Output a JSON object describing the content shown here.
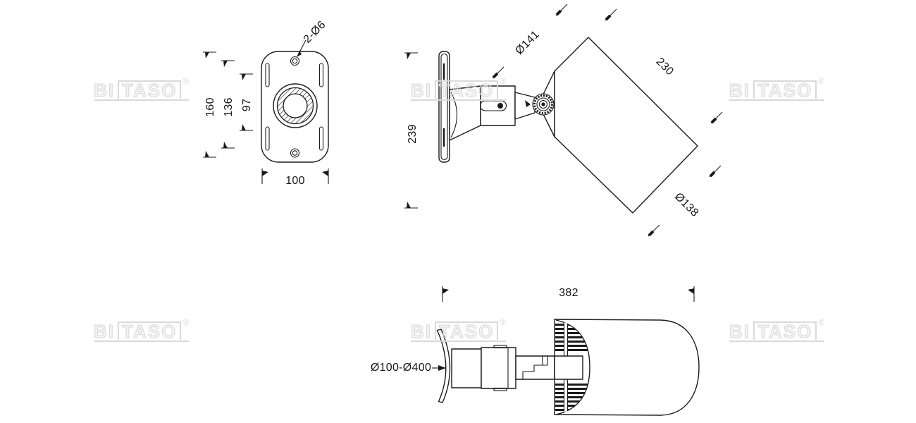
{
  "watermark": {
    "prefix": "BI",
    "boxed": "TASO",
    "registered_mark": "®"
  },
  "views": {
    "mount_plate_front": {
      "dims": {
        "holes": "2-Ø6",
        "height": "160",
        "slot_outer_span": "136",
        "slot_inner_span": "97",
        "width": "100"
      }
    },
    "angled_side": {
      "dims": {
        "plate_height": "239",
        "head_rear_diameter": "Ø141",
        "head_length": "230",
        "head_front_diameter": "Ø138"
      }
    },
    "straight_side": {
      "dims": {
        "overall_length": "382",
        "pole_diameter_range": "Ø100-Ø400"
      }
    }
  },
  "colors": {
    "line": "#1a1a1a",
    "text": "#161616",
    "watermark": "#d9d9d9",
    "background": "#ffffff"
  }
}
